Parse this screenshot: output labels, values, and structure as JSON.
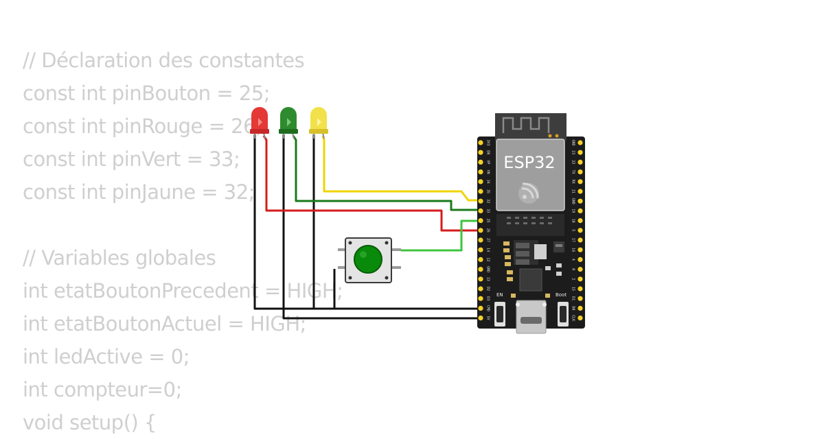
{
  "code": {
    "lines": [
      "// Déclaration des constantes",
      "const int pinBouton = 25;",
      "const int pinRouge = 26;",
      "const int pinVert = 33;",
      "const int pinJaune = 32;",
      "",
      "// Variables globales",
      "int etatBoutonPrecedent = HIGH;",
      "int etatBoutonActuel = HIGH;",
      "int ledActive = 0;",
      "int compteur=0;",
      "void setup() {"
    ]
  },
  "board": {
    "label": "ESP32",
    "en_label": "EN",
    "boot_label": "Boot",
    "left_pins": [
      "3V3",
      "EN",
      "VP",
      "VN",
      "34",
      "35",
      "32",
      "33",
      "25",
      "26",
      "27",
      "14",
      "12",
      "GND",
      "13",
      "D2",
      "D3",
      "CMD",
      "5V"
    ],
    "right_pins": [
      "GND",
      "23",
      "22",
      "TX",
      "RX",
      "21",
      "GND",
      "19",
      "18",
      "5",
      "17",
      "16",
      "4",
      "0",
      "2",
      "15",
      "D1",
      "D0",
      "CLK"
    ]
  },
  "components": {
    "leds": [
      {
        "name": "red",
        "color": "#e53935"
      },
      {
        "name": "green",
        "color": "#2e8b2e"
      },
      {
        "name": "yellow",
        "color": "#f2e14a"
      }
    ],
    "button": {
      "cap_color": "#0a8a0a"
    }
  },
  "colors": {
    "wire_black": "#111111",
    "wire_red": "#d61a1a",
    "wire_green_dark": "#1a7a1a",
    "wire_green_light": "#3cc43c",
    "wire_yellow": "#f0d400",
    "board": "#1c1c1c",
    "pin": "#f5d12b"
  }
}
